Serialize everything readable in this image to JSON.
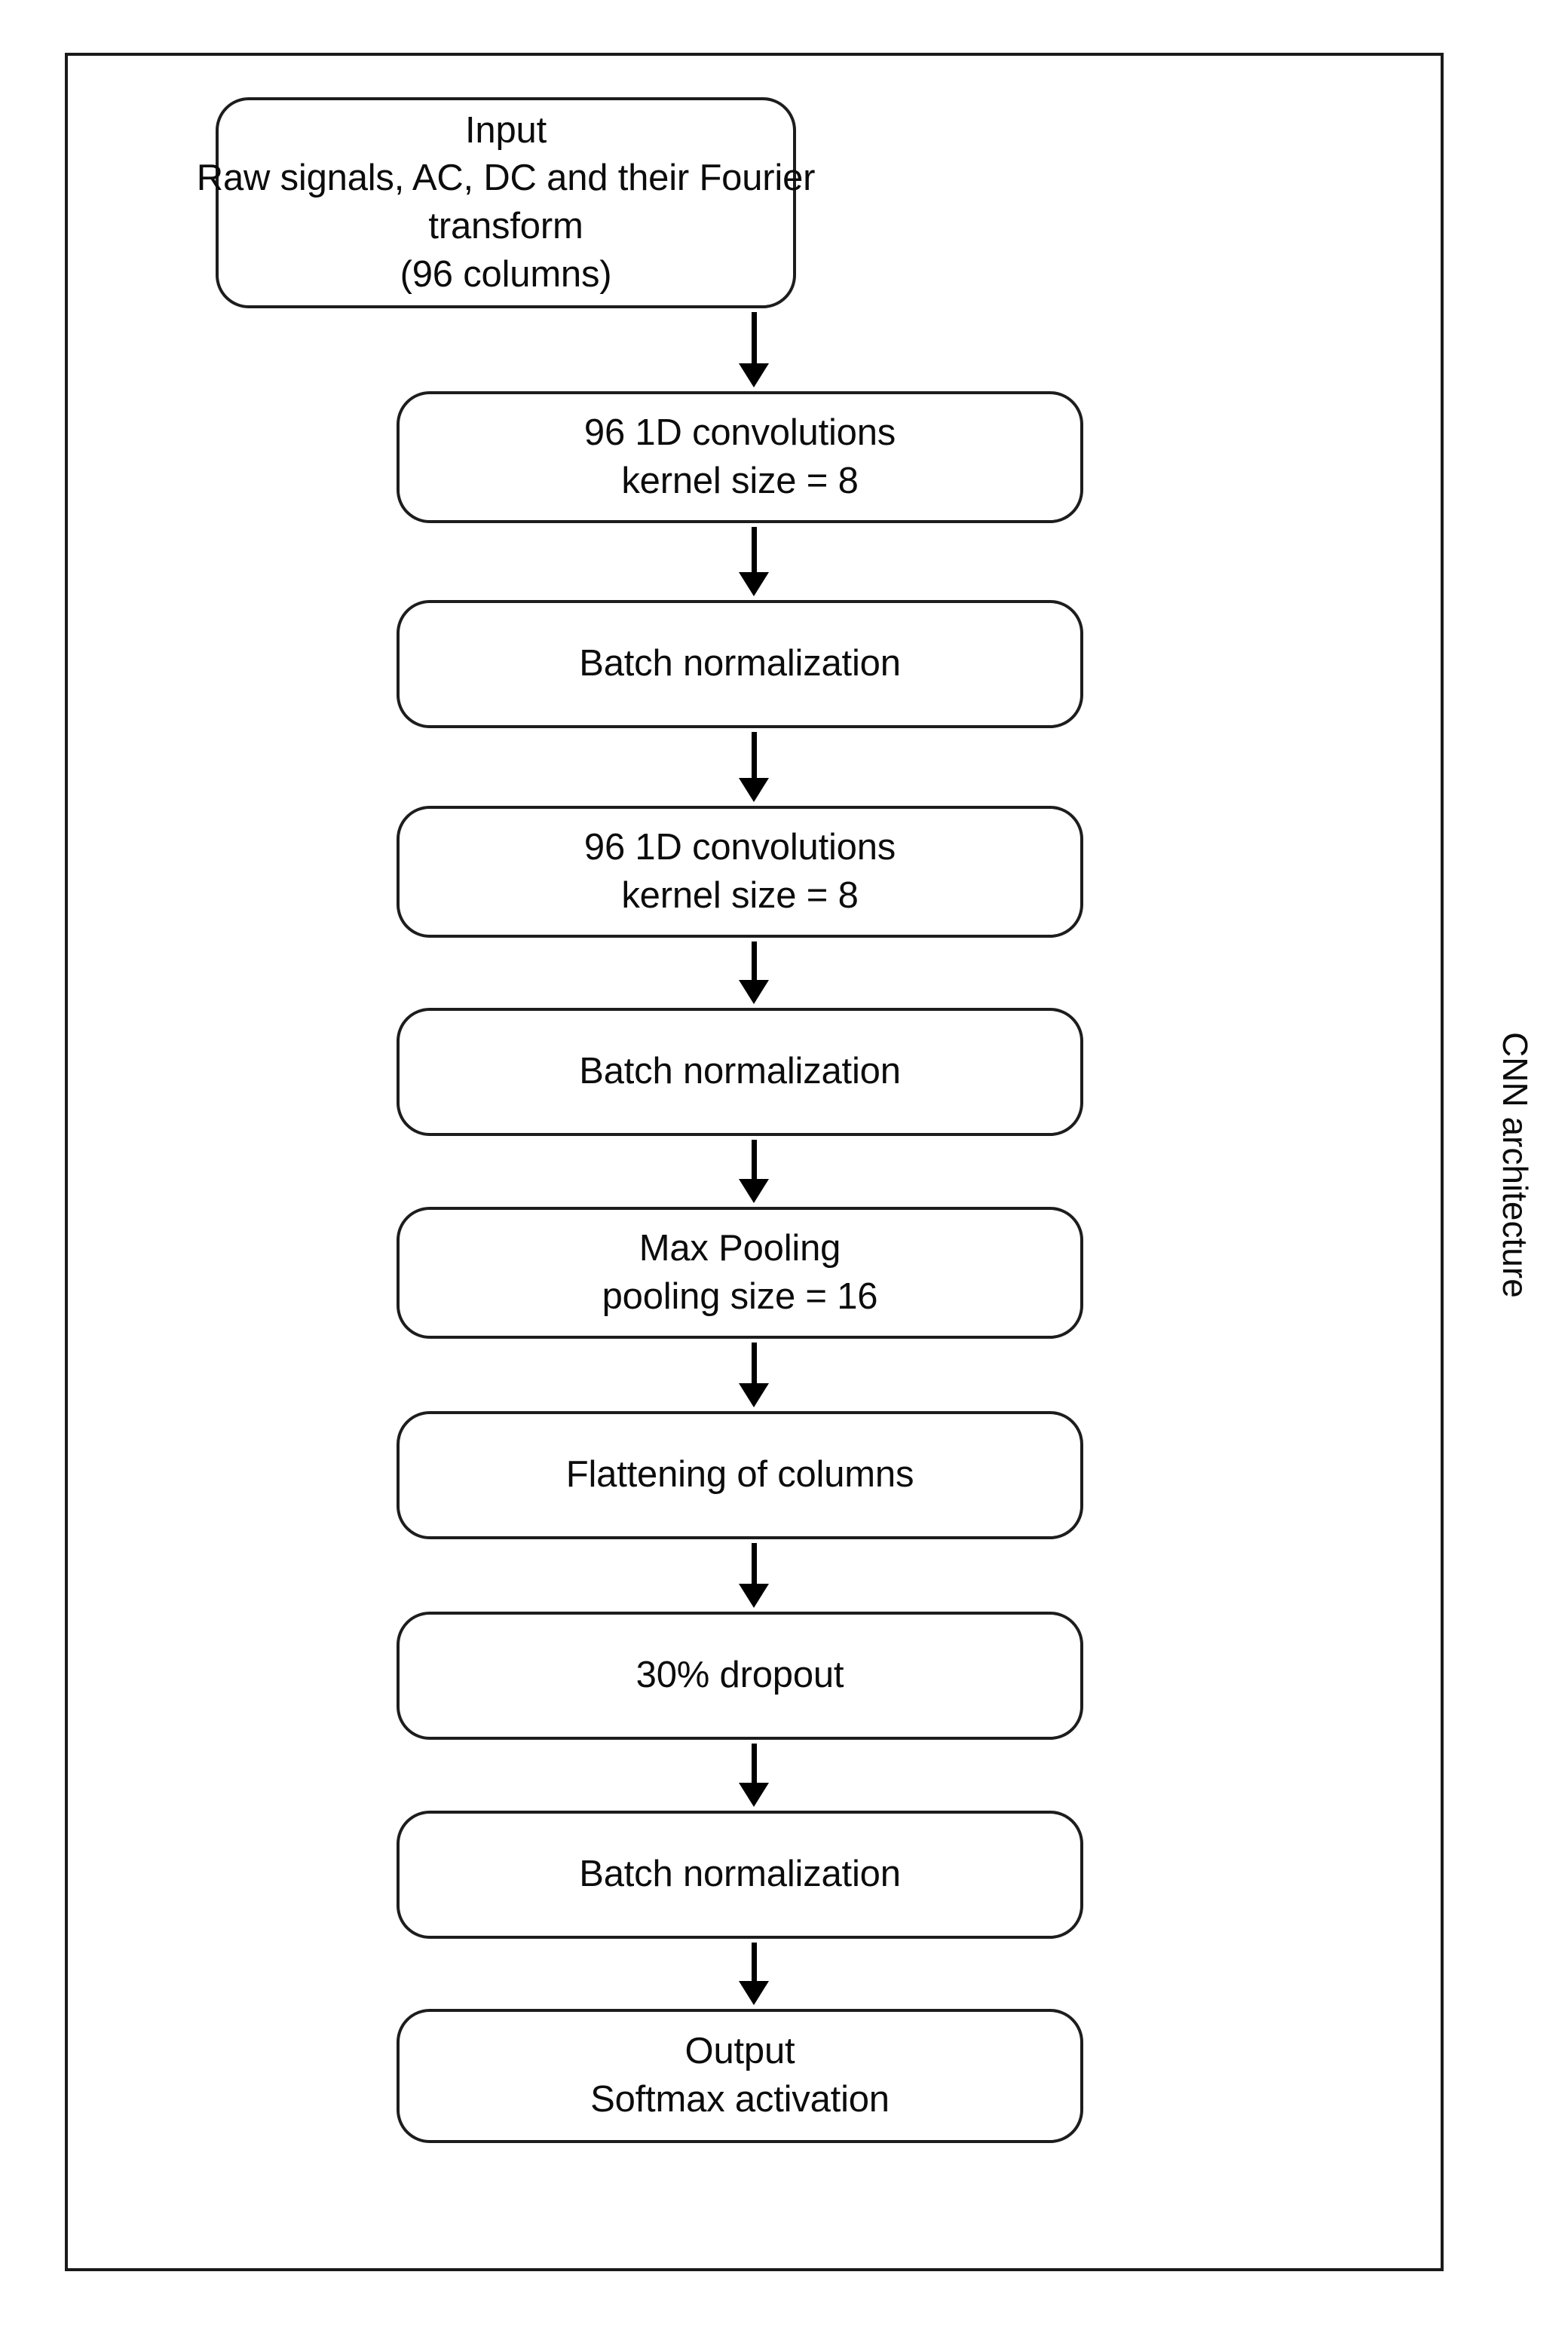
{
  "figure": {
    "caption": "CNN architecture",
    "border_color": "#1a1a1a",
    "node_border_color": "#1d1d1d",
    "background": "#ffffff",
    "text_color": "#0c0c0c"
  },
  "flow": {
    "nodes": [
      {
        "id": "input",
        "lines": [
          "Input",
          "Raw signals, AC, DC and their Fourier",
          "transform",
          "(96 columns)"
        ]
      },
      {
        "id": "conv1",
        "lines": [
          "96 1D convolutions",
          "kernel size = 8"
        ]
      },
      {
        "id": "batchnorm1",
        "lines": [
          "Batch normalization"
        ]
      },
      {
        "id": "conv2",
        "lines": [
          "96 1D convolutions",
          "kernel size = 8"
        ]
      },
      {
        "id": "batchnorm2",
        "lines": [
          "Batch normalization"
        ]
      },
      {
        "id": "maxpool",
        "lines": [
          "Max Pooling",
          "pooling size  = 16"
        ]
      },
      {
        "id": "flatten",
        "lines": [
          "Flattening of columns"
        ]
      },
      {
        "id": "dropout",
        "lines": [
          "30% dropout"
        ]
      },
      {
        "id": "batchnorm3",
        "lines": [
          "Batch normalization"
        ]
      },
      {
        "id": "output",
        "lines": [
          "Output",
          "Softmax activation"
        ]
      }
    ],
    "arrow_count": 9,
    "arrow_icon": "down-arrow-icon"
  }
}
